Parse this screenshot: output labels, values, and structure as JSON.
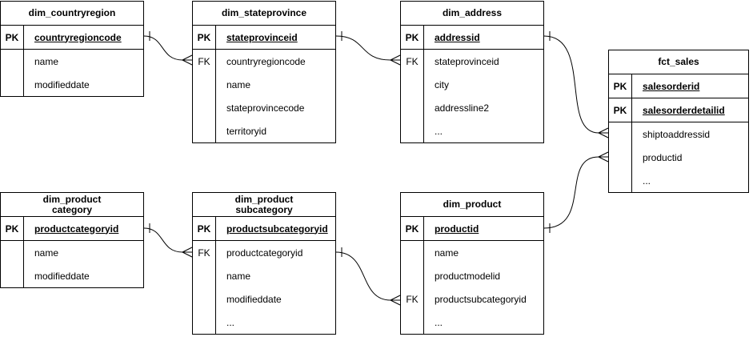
{
  "diagram": {
    "tables": {
      "countryregion": {
        "title": "dim_countryregion",
        "pks": [
          {
            "key": "PK",
            "field": "countryregioncode"
          }
        ],
        "attrs": [
          {
            "key": "",
            "name": "name"
          },
          {
            "key": "",
            "name": "modifieddate"
          }
        ]
      },
      "stateprovince": {
        "title": "dim_stateprovince",
        "pks": [
          {
            "key": "PK",
            "field": "stateprovinceid"
          }
        ],
        "attrs": [
          {
            "key": "FK",
            "name": "countryregioncode"
          },
          {
            "key": "",
            "name": "name"
          },
          {
            "key": "",
            "name": "stateprovincecode"
          },
          {
            "key": "",
            "name": "territoryid"
          }
        ]
      },
      "address": {
        "title": "dim_address",
        "pks": [
          {
            "key": "PK",
            "field": "addressid"
          }
        ],
        "attrs": [
          {
            "key": "FK",
            "name": "stateprovinceid"
          },
          {
            "key": "",
            "name": "city"
          },
          {
            "key": "",
            "name": "addressline2"
          },
          {
            "key": "",
            "name": "..."
          }
        ]
      },
      "fct_sales": {
        "title": "fct_sales",
        "pks": [
          {
            "key": "PK",
            "field": "salesorderid"
          },
          {
            "key": "PK",
            "field": "salesorderdetailid"
          }
        ],
        "attrs": [
          {
            "key": "",
            "name": "shiptoaddressid"
          },
          {
            "key": "",
            "name": "productid"
          },
          {
            "key": "",
            "name": "..."
          }
        ]
      },
      "productcategory": {
        "title": "dim_product\ncategory",
        "pks": [
          {
            "key": "PK",
            "field": "productcategoryid"
          }
        ],
        "attrs": [
          {
            "key": "",
            "name": "name"
          },
          {
            "key": "",
            "name": "modifieddate"
          }
        ]
      },
      "productsubcategory": {
        "title": "dim_product\nsubcategory",
        "pks": [
          {
            "key": "PK",
            "field": "productsubcategoryid"
          }
        ],
        "attrs": [
          {
            "key": "FK",
            "name": "productcategoryid"
          },
          {
            "key": "",
            "name": "name"
          },
          {
            "key": "",
            "name": "modifieddate"
          },
          {
            "key": "",
            "name": "..."
          }
        ]
      },
      "product": {
        "title": "dim_product",
        "pks": [
          {
            "key": "PK",
            "field": "productid"
          }
        ],
        "attrs": [
          {
            "key": "",
            "name": "name"
          },
          {
            "key": "",
            "name": "productmodelid"
          },
          {
            "key": "FK",
            "name": "productsubcategoryid"
          },
          {
            "key": "",
            "name": "..."
          }
        ]
      }
    },
    "relationships": [
      {
        "from": "countryregion.countryregioncode",
        "to": "stateprovince.countryregioncode",
        "from_end": "one",
        "to_end": "many"
      },
      {
        "from": "stateprovince.stateprovinceid",
        "to": "address.stateprovinceid",
        "from_end": "one",
        "to_end": "many"
      },
      {
        "from": "address.addressid",
        "to": "fct_sales.shiptoaddressid",
        "from_end": "one",
        "to_end": "many"
      },
      {
        "from": "product.productid",
        "to": "fct_sales.productid",
        "from_end": "one",
        "to_end": "many"
      },
      {
        "from": "productcategory.productcategoryid",
        "to": "productsubcategory.productcategoryid",
        "from_end": "one",
        "to_end": "many"
      },
      {
        "from": "productsubcategory.productsubcategoryid",
        "to": "product.productsubcategoryid",
        "from_end": "one",
        "to_end": "many"
      }
    ],
    "colors": {
      "stroke": "#000000",
      "background": "#ffffff",
      "text": "#000000"
    }
  }
}
